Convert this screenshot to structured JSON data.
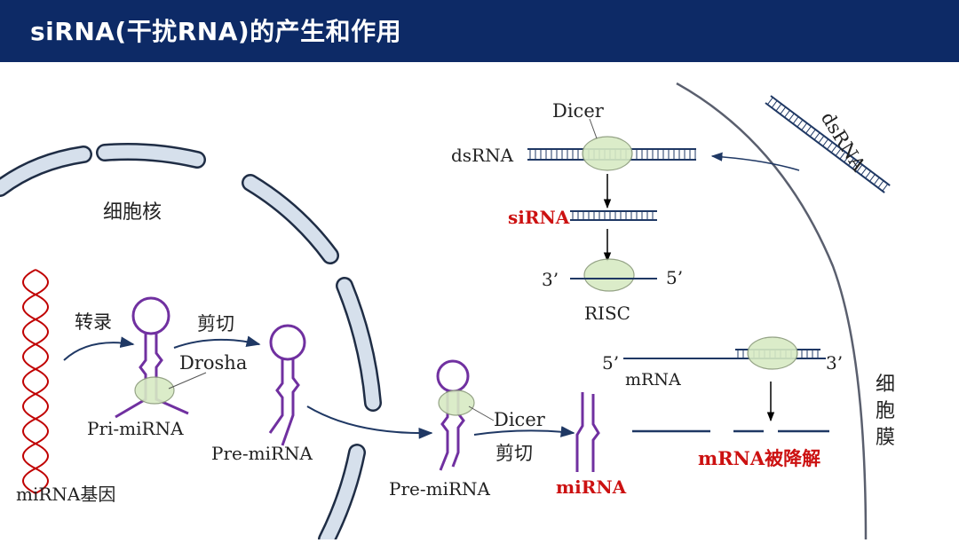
{
  "title": "siRNA(干扰RNA)的产生和作用",
  "labels": {
    "nucleus": "细胞核",
    "mirna_gene": "miRNA基因",
    "transcribe": "转录",
    "cut1": "剪切",
    "drosha": "Drosha",
    "pri_mirna": "Pri-miRNA",
    "pre_mirna1": "Pre-miRNA",
    "pre_mirna2": "Pre-miRNA",
    "dicer1": "Dicer",
    "cut2": "剪切",
    "mirna": "miRNA",
    "dicer2": "Dicer",
    "dsrna_left": "dsRNA",
    "dsrna_right": "dsRNA",
    "sirna": "siRNA",
    "three_prime_a": "3’",
    "five_prime_a": "5’",
    "risc": "RISC",
    "five_prime_b": "5’",
    "mrna": "mRNA",
    "three_prime_b": "3’",
    "membrane": "细胞膜",
    "degraded": "mRNA被降解"
  },
  "colors": {
    "header": "#0d2a66",
    "highlight_red": "#cc1111",
    "rna_purple": "#7030a0",
    "dna_red": "#c00000",
    "strand_blue": "#1f3864",
    "enzyme_green": "#d8ebc4",
    "nucleus_fill": "#d6e0ec"
  }
}
